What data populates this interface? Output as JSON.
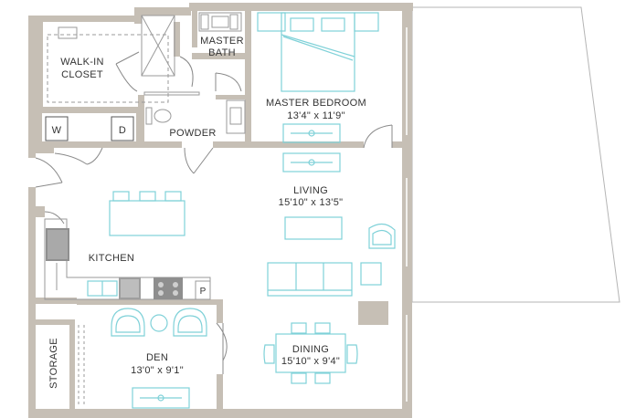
{
  "colors": {
    "wall": "#c6bfb5",
    "furniture": "#7fd1d8",
    "fixture": "#9a9a9a",
    "text": "#333333",
    "balcony_line": "#b5b5b5"
  },
  "rooms": {
    "walk_in_closet": [
      "WALK-IN",
      "CLOSET"
    ],
    "master_bath": [
      "MASTER",
      "BATH"
    ],
    "master_bedroom": {
      "name": "MASTER BEDROOM",
      "size": "13'4\" x 11'9\""
    },
    "powder": "POWDER",
    "living": {
      "name": "LIVING",
      "size": "15'10\" x 13'5\""
    },
    "kitchen": "KITCHEN",
    "den": {
      "name": "DEN",
      "size": "13'0\" x 9'1\""
    },
    "dining": {
      "name": "DINING",
      "size": "15'10\" x 9'4\""
    },
    "storage": "STORAGE"
  },
  "appliances": {
    "washer": "W",
    "dryer": "D",
    "pantry": "P"
  },
  "icons": [
    "bed-icon",
    "sofa-icon",
    "armchair-icon",
    "dining-table-icon",
    "stove-icon",
    "fridge-icon",
    "sink-icon",
    "toilet-icon",
    "door-swing-icon"
  ]
}
